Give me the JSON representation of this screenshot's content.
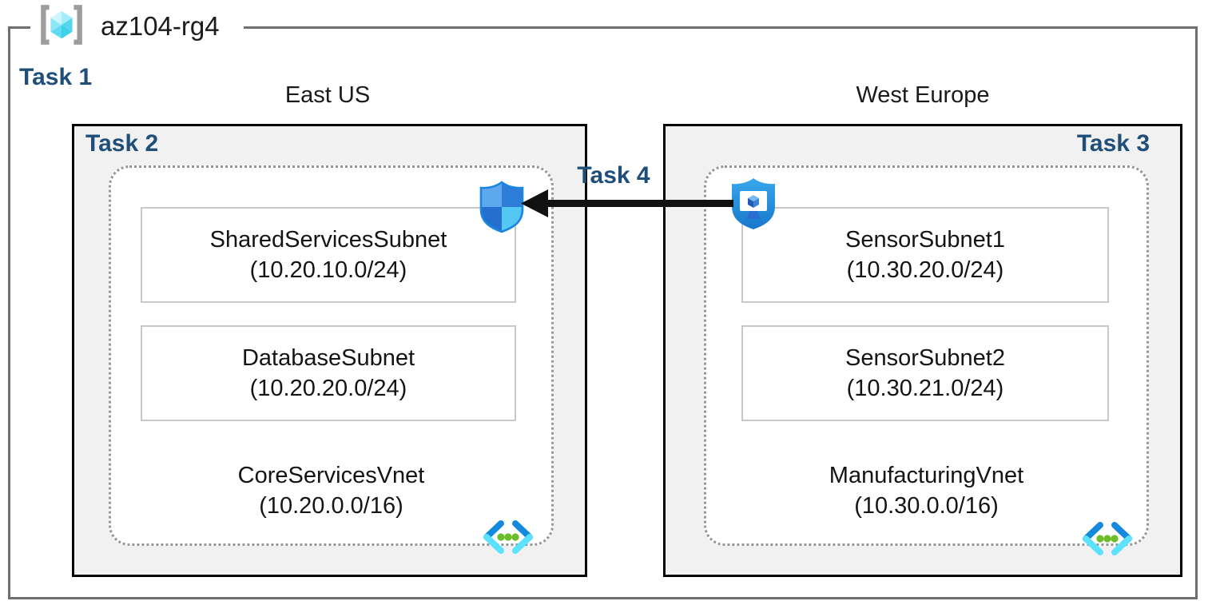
{
  "resource_group": {
    "name": "az104-rg4",
    "icon": "resource-group-icon"
  },
  "tasks": {
    "task1": "Task 1",
    "task4": "Task 4"
  },
  "regions": [
    {
      "name": "East US",
      "task_label": "Task 2",
      "vnet": {
        "name": "CoreServicesVnet",
        "cidr": "(10.20.0.0/16)",
        "icon": "virtual-network-icon"
      },
      "subnets": [
        {
          "name": "SharedServicesSubnet",
          "cidr": "(10.20.10.0/24)"
        },
        {
          "name": "DatabaseSubnet",
          "cidr": "(10.20.20.0/24)"
        }
      ],
      "attached_icon": "network-security-shield-icon"
    },
    {
      "name": "West Europe",
      "task_label": "Task 3",
      "vnet": {
        "name": "ManufacturingVnet",
        "cidr": "(10.30.0.0/16)",
        "icon": "virtual-network-icon"
      },
      "subnets": [
        {
          "name": "SensorSubnet1",
          "cidr": "(10.30.20.0/24)"
        },
        {
          "name": "SensorSubnet2",
          "cidr": "(10.30.21.0/24)"
        }
      ],
      "attached_icon": "bastion-shield-monitor-icon"
    }
  ],
  "arrow": {
    "direction": "right-to-left",
    "from": "bastion-shield-monitor-icon",
    "to": "network-security-shield-icon"
  },
  "colors": {
    "task_label_navy": "#1F4E79",
    "outer_frame_gray": "#6e6e6e",
    "region_box_fill": "#f1f1f1",
    "region_box_border": "#000000",
    "vnet_dotted_border": "#969696",
    "subnet_border": "#c8c8c8",
    "arrow_black": "#111111",
    "shield_blue_light": "#5EA9EE",
    "shield_blue_dark": "#2C7CD8",
    "shield_cyan": "#54C8F2",
    "vnet_bracket_blue": "#1489dd",
    "vnet_bracket_cyan": "#5ce1ff",
    "vnet_dot_green": "#6cbd27",
    "rg_cube_cyan": "#50d5ef"
  }
}
